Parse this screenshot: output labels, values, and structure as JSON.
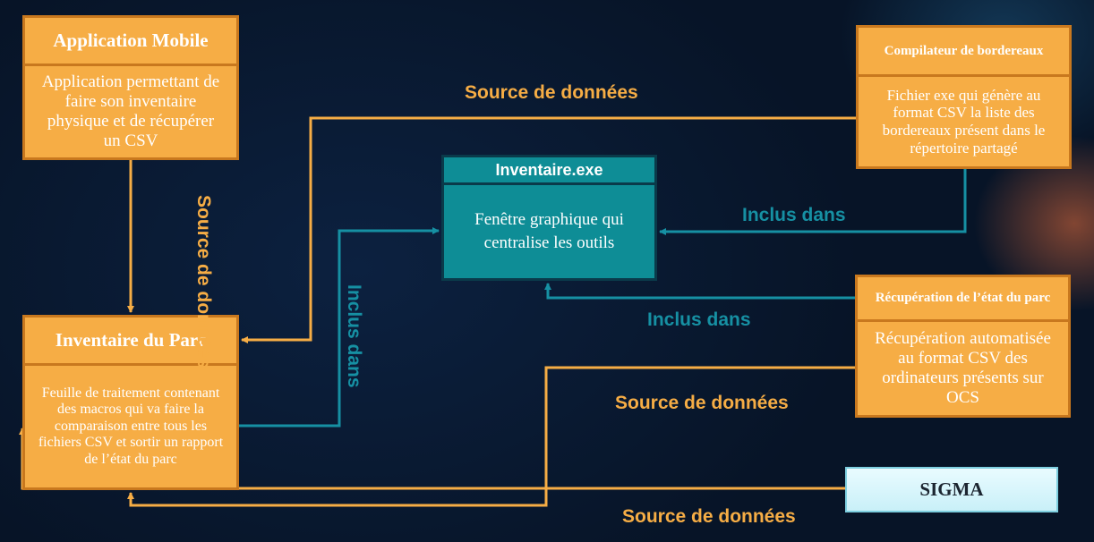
{
  "colors": {
    "background": "#091a30",
    "orange_box": "#f6ad45",
    "orange_border": "#c8781e",
    "teal_box": "#0e8d96",
    "teal_line": "#1690a3",
    "sigma_box": "#d8f5fb"
  },
  "boxes": {
    "mobile": {
      "title": "Application Mobile",
      "description": "Application permettant de faire son inventaire physique et de récupérer un CSV"
    },
    "parc": {
      "title": "Inventaire du Parc",
      "description": "Feuille de traitement contenant des macros qui va faire la comparaison entre tous les fichiers CSV et sortir un rapport de l’état du parc"
    },
    "compilateur": {
      "title": "Compilateur de bordereaux",
      "description": "Fichier exe qui génère au format CSV la liste des bordereaux présent dans le répertoire partagé"
    },
    "inventaire_exe": {
      "title": "Inventaire.exe",
      "description": "Fenêtre graphique  qui centralise les outils"
    },
    "recuperation": {
      "title": "Récupération de l’état du parc",
      "description": "Récupération automatisée au format CSV des ordinateurs présents sur OCS"
    },
    "sigma": {
      "title": "SIGMA"
    }
  },
  "labels": {
    "source_top": "Source de données",
    "source_vertical": "Source de données",
    "inclus_right_top": "Inclus dans",
    "inclus_vertical": "Inclus dans",
    "inclus_right_bottom": "Inclus dans",
    "source_middle": "Source de données",
    "source_bottom": "Source de données"
  }
}
